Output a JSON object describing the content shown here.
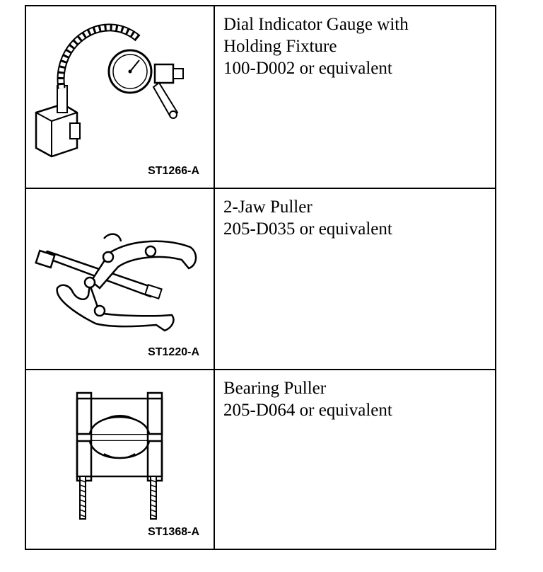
{
  "tools": [
    {
      "name_lines": [
        "Dial Indicator Gauge with",
        "Holding Fixture"
      ],
      "part_number": "100-D002 or equivalent",
      "illustration_code": "ST1266-A",
      "icon": "dial-indicator-gauge-icon"
    },
    {
      "name_lines": [
        "2-Jaw Puller"
      ],
      "part_number": "205-D035 or equivalent",
      "illustration_code": "ST1220-A",
      "icon": "two-jaw-puller-icon"
    },
    {
      "name_lines": [
        "Bearing Puller"
      ],
      "part_number": "205-D064 or equivalent",
      "illustration_code": "ST1368-A",
      "icon": "bearing-puller-icon"
    }
  ]
}
